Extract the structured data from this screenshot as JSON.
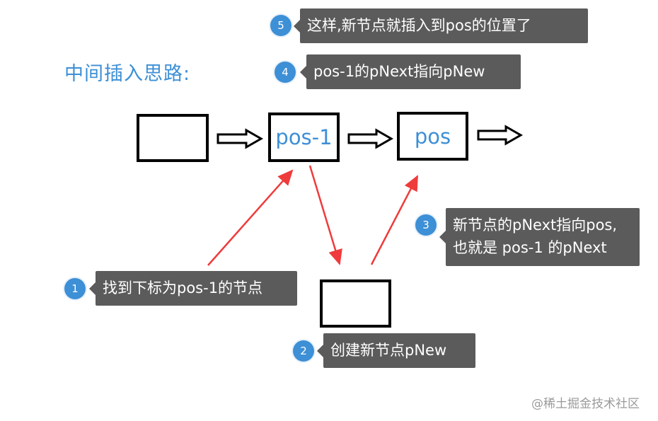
{
  "title": "中间插入思路:",
  "nodes": {
    "first": "",
    "pos_minus_1": "pos-1",
    "pos": "pos",
    "new": ""
  },
  "steps": [
    {
      "number": "1",
      "text": "找到下标为pos-1的节点"
    },
    {
      "number": "2",
      "text": "创建新节点pNew"
    },
    {
      "number": "3",
      "line1": "新节点的pNext指向pos,",
      "line2": "也就是 pos-1 的pNext"
    },
    {
      "number": "4",
      "text": "pos-1的pNext指向pNew"
    },
    {
      "number": "5",
      "text": "这样,新节点就插入到pos的位置了"
    }
  ],
  "watermark": "@稀土掘金技术社区",
  "colors": {
    "accent_blue": "#3d8fd6",
    "callout_gray": "#5b5b5b",
    "arrow_red": "#ef3b3b",
    "border_black": "#000000"
  },
  "icons": [
    "hollow-arrow-icon",
    "red-arrow-icon"
  ]
}
